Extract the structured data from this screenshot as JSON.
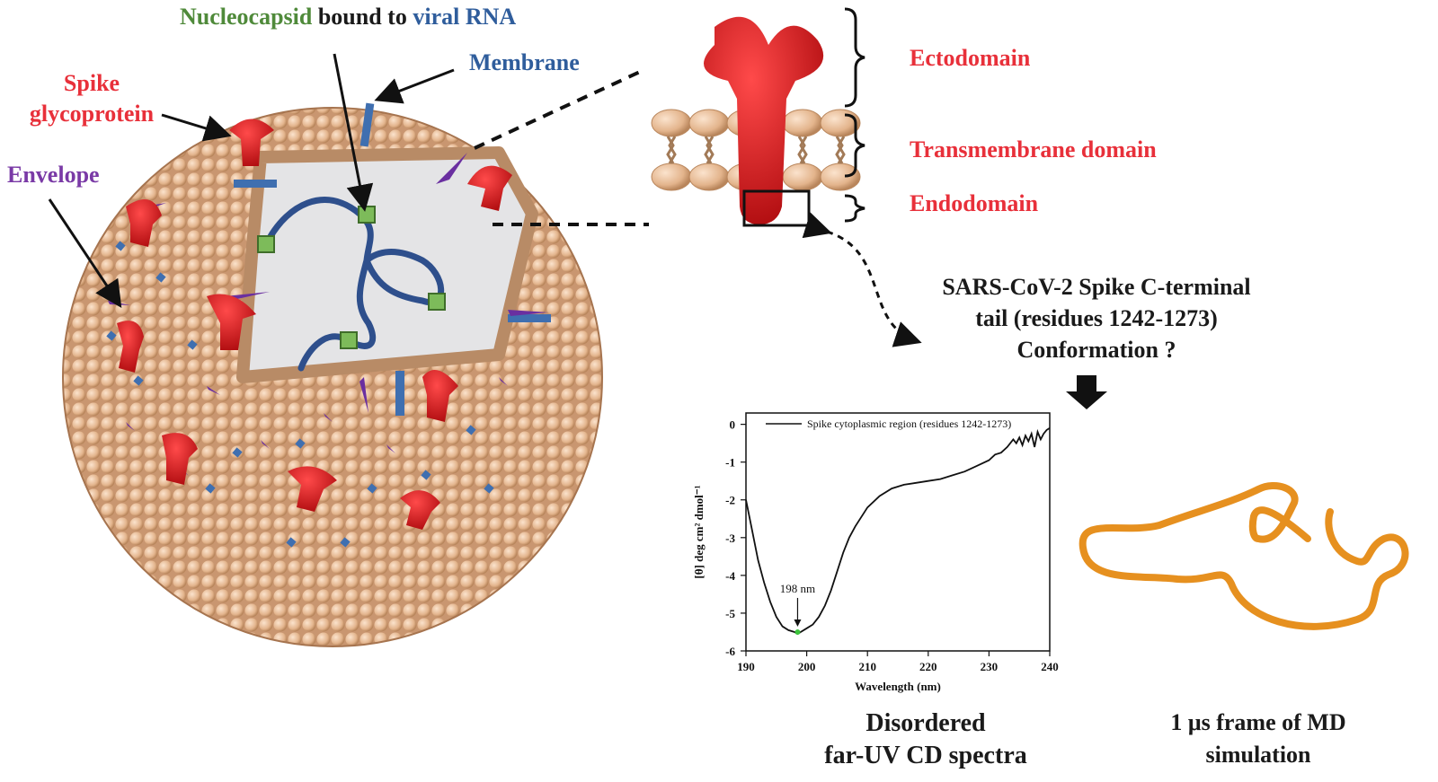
{
  "left": {
    "title_part1": "Nucleocapsid",
    "title_part2": " bound to ",
    "title_part3": "viral RNA",
    "membrane": "Membrane",
    "spike_line1": "Spike",
    "spike_line2": "glycoprotein",
    "envelope": "Envelope"
  },
  "spike_domains": {
    "ectodomain": "Ectodomain",
    "transmembrane": "Transmembrane domain",
    "endodomain": "Endodomain"
  },
  "question": {
    "line1": "SARS-CoV-2 Spike C-terminal",
    "line2": "tail (residues 1242-1273)",
    "line3": "Conformation ?"
  },
  "captions": {
    "cd_line1": "Disordered",
    "cd_line2": "far-UV CD spectra",
    "md_line1": "1 μs frame of MD",
    "md_line2": "simulation"
  },
  "colors": {
    "label_red": "#e8303a",
    "label_blue": "#2f5d9c",
    "label_green": "#4f8a3a",
    "label_purple": "#7a3aa6",
    "lipid": "#e3b48c",
    "spike": "#e01b22",
    "md_chain": "#f0a030"
  },
  "chart_data": {
    "type": "line",
    "legend": "Spike cytoplasmic region (residues 1242-1273)",
    "xlabel": "Wavelength (nm)",
    "ylabel": "[θ] deg cm² dmol⁻¹",
    "xlim": [
      190,
      240
    ],
    "ylim": [
      -6,
      0.3
    ],
    "xticks": [
      190,
      200,
      210,
      220,
      230,
      240
    ],
    "yticks": [
      0,
      -1,
      -2,
      -3,
      -4,
      -5,
      -6
    ],
    "annotation": {
      "text": "198 nm",
      "x": 198.5,
      "y": -5.5
    },
    "series": [
      {
        "x": [
          190,
          191,
          192,
          193,
          194,
          195,
          196,
          197,
          198,
          198.5,
          199,
          200,
          201,
          202,
          203,
          204,
          205,
          206,
          207,
          208,
          210,
          212,
          214,
          216,
          218,
          220,
          222,
          224,
          226,
          228,
          230,
          231,
          232,
          233,
          234,
          234.5,
          235,
          235.5,
          236,
          236.5,
          237,
          237.5,
          238,
          238.5,
          239,
          239.5,
          240
        ],
        "y": [
          -2.0,
          -2.8,
          -3.6,
          -4.2,
          -4.7,
          -5.1,
          -5.35,
          -5.45,
          -5.5,
          -5.55,
          -5.5,
          -5.4,
          -5.3,
          -5.1,
          -4.8,
          -4.4,
          -3.9,
          -3.4,
          -3.0,
          -2.7,
          -2.2,
          -1.9,
          -1.7,
          -1.6,
          -1.55,
          -1.5,
          -1.45,
          -1.35,
          -1.25,
          -1.1,
          -0.95,
          -0.8,
          -0.75,
          -0.6,
          -0.4,
          -0.5,
          -0.35,
          -0.55,
          -0.3,
          -0.45,
          -0.25,
          -0.6,
          -0.2,
          -0.4,
          -0.25,
          -0.15,
          -0.1
        ]
      }
    ]
  }
}
